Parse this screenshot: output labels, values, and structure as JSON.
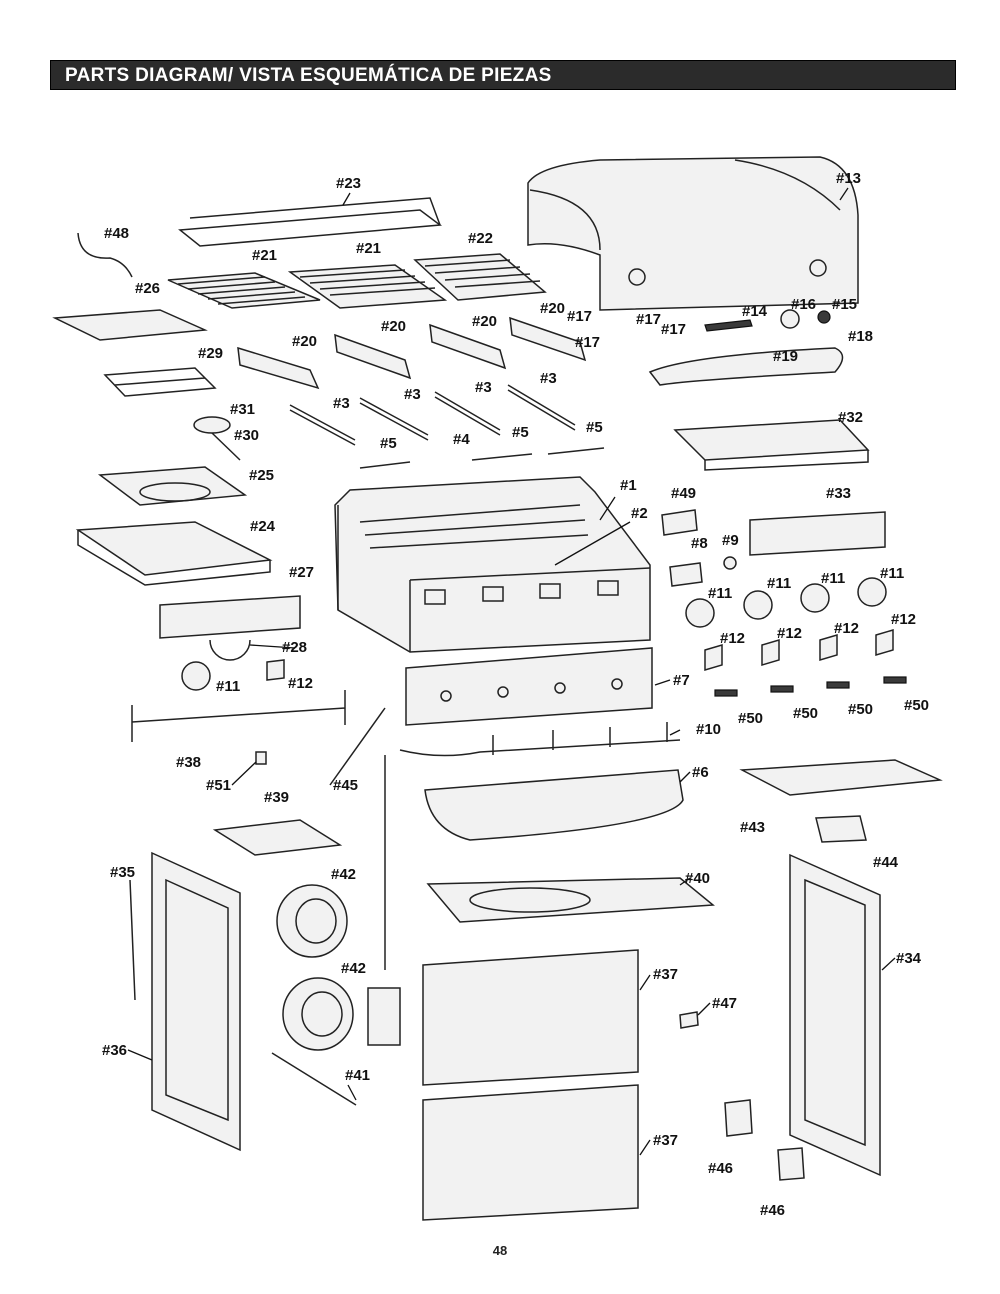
{
  "header": {
    "title": "PARTS DIAGRAM/ VISTA ESQUEMÁTICA DE PIEZAS"
  },
  "page_number": "48",
  "callouts": {
    "p1": "#1",
    "p2": "#2",
    "p3a": "#3",
    "p3b": "#3",
    "p3c": "#3",
    "p3d": "#3",
    "p4": "#4",
    "p5a": "#5",
    "p5b": "#5",
    "p5c": "#5",
    "p6": "#6",
    "p7": "#7",
    "p8": "#8",
    "p9": "#9",
    "p10": "#10",
    "p11a": "#11",
    "p11b": "#11",
    "p11c": "#11",
    "p11d": "#11",
    "p11e": "#11",
    "p12a": "#12",
    "p12b": "#12",
    "p12c": "#12",
    "p12d": "#12",
    "p12e": "#12",
    "p13": "#13",
    "p14": "#14",
    "p15": "#15",
    "p16": "#16",
    "p17a": "#17",
    "p17b": "#17",
    "p17c": "#17",
    "p17d": "#17",
    "p18": "#18",
    "p19": "#19",
    "p20a": "#20",
    "p20b": "#20",
    "p20c": "#20",
    "p20d": "#20",
    "p21a": "#21",
    "p21b": "#21",
    "p22": "#22",
    "p23": "#23",
    "p24": "#24",
    "p25": "#25",
    "p26": "#26",
    "p27": "#27",
    "p28": "#28",
    "p29": "#29",
    "p30": "#30",
    "p31": "#31",
    "p32": "#32",
    "p33": "#33",
    "p34": "#34",
    "p35": "#35",
    "p36": "#36",
    "p37a": "#37",
    "p37b": "#37",
    "p38": "#38",
    "p39": "#39",
    "p40": "#40",
    "p41": "#41",
    "p42a": "#42",
    "p42b": "#42",
    "p43": "#43",
    "p44": "#44",
    "p45": "#45",
    "p46a": "#46",
    "p46b": "#46",
    "p47": "#47",
    "p48": "#48",
    "p49": "#49",
    "p50a": "#50",
    "p50b": "#50",
    "p50c": "#50",
    "p50d": "#50",
    "p51": "#51"
  }
}
